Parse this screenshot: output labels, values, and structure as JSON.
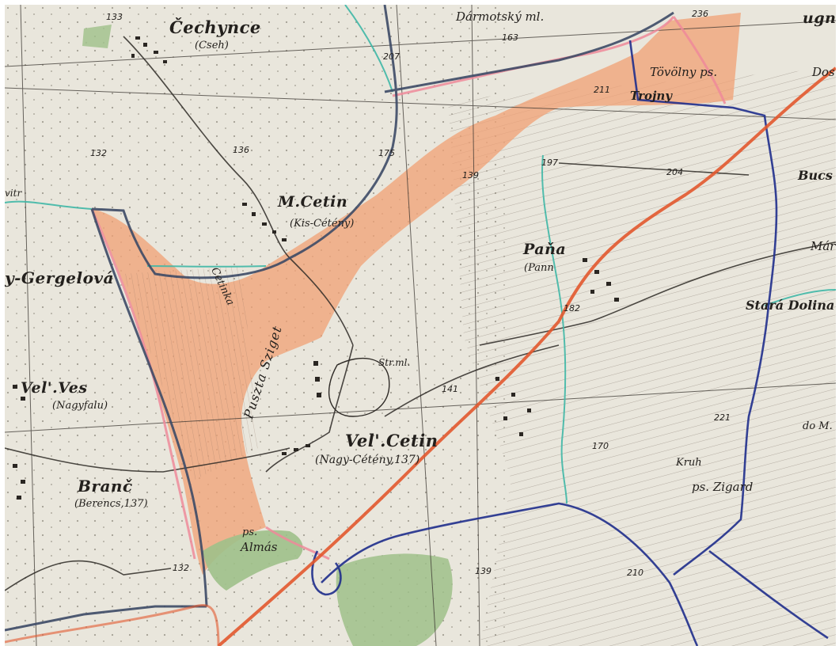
{
  "map": {
    "colors": {
      "paper": "#e9e6dc",
      "ink": "#23201d",
      "orange_area": "#f0a074",
      "green_area": "#9fc08a",
      "red_route": "#e2582e",
      "blue_border": "#1f2e8c",
      "teal_stream": "#3fb7a6",
      "pink_edge": "#ef8a9a"
    },
    "places": [
      {
        "key": "cechynce",
        "name": "Čechynce",
        "alt": "(Cseh)"
      },
      {
        "key": "m_cetin",
        "name": "M.Cetin",
        "alt": "(Kis-Cétény)"
      },
      {
        "key": "gergelova",
        "name": "y-Gergelová"
      },
      {
        "key": "pana",
        "name": "Paňa",
        "alt": "(Pann"
      },
      {
        "key": "vel_ves",
        "name": "Vel'.Ves",
        "alt": "(Nagyfalu)"
      },
      {
        "key": "vel_cetin",
        "name": "Vel'.Cetin",
        "alt": "(Nagy-Cétény,137)"
      },
      {
        "key": "branc",
        "name": "Branč",
        "alt": "(Berencs,137)"
      },
      {
        "key": "stara_dolina",
        "name": "Stará Dolina"
      },
      {
        "key": "bucs",
        "name": "Bucs"
      },
      {
        "key": "dos",
        "name": "Dos"
      },
      {
        "key": "mar",
        "name": "Már"
      },
      {
        "key": "do_m",
        "name": "do M."
      },
      {
        "key": "ugno",
        "name": "ugno"
      }
    ],
    "features": {
      "darmotsky": "Dármotský ml.",
      "tovolny": "Tövölny ps.",
      "trojny": "Trojny",
      "puszta": "Puszta Sziget",
      "cetinka": "Cetinka",
      "str_ml": "Str.ml.",
      "ps_almas": "ps.",
      "almas": "Almás",
      "kruh": "Kruh",
      "ps_zigard": "ps. Zigard",
      "vitr": "vitr"
    },
    "elevations": [
      {
        "key": "e133",
        "value": "133"
      },
      {
        "key": "e163",
        "value": "163"
      },
      {
        "key": "e207",
        "value": "207"
      },
      {
        "key": "e236",
        "value": "236"
      },
      {
        "key": "e211",
        "value": "211"
      },
      {
        "key": "e132a",
        "value": "132"
      },
      {
        "key": "e136",
        "value": "136"
      },
      {
        "key": "e175",
        "value": "175"
      },
      {
        "key": "e139a",
        "value": "139"
      },
      {
        "key": "e197",
        "value": "197"
      },
      {
        "key": "e204",
        "value": "204"
      },
      {
        "key": "e182",
        "value": "182"
      },
      {
        "key": "e141",
        "value": "141"
      },
      {
        "key": "e170",
        "value": "170"
      },
      {
        "key": "e221",
        "value": "221"
      },
      {
        "key": "e132b",
        "value": "132"
      },
      {
        "key": "e139b",
        "value": "139"
      },
      {
        "key": "e210",
        "value": "210"
      }
    ]
  }
}
